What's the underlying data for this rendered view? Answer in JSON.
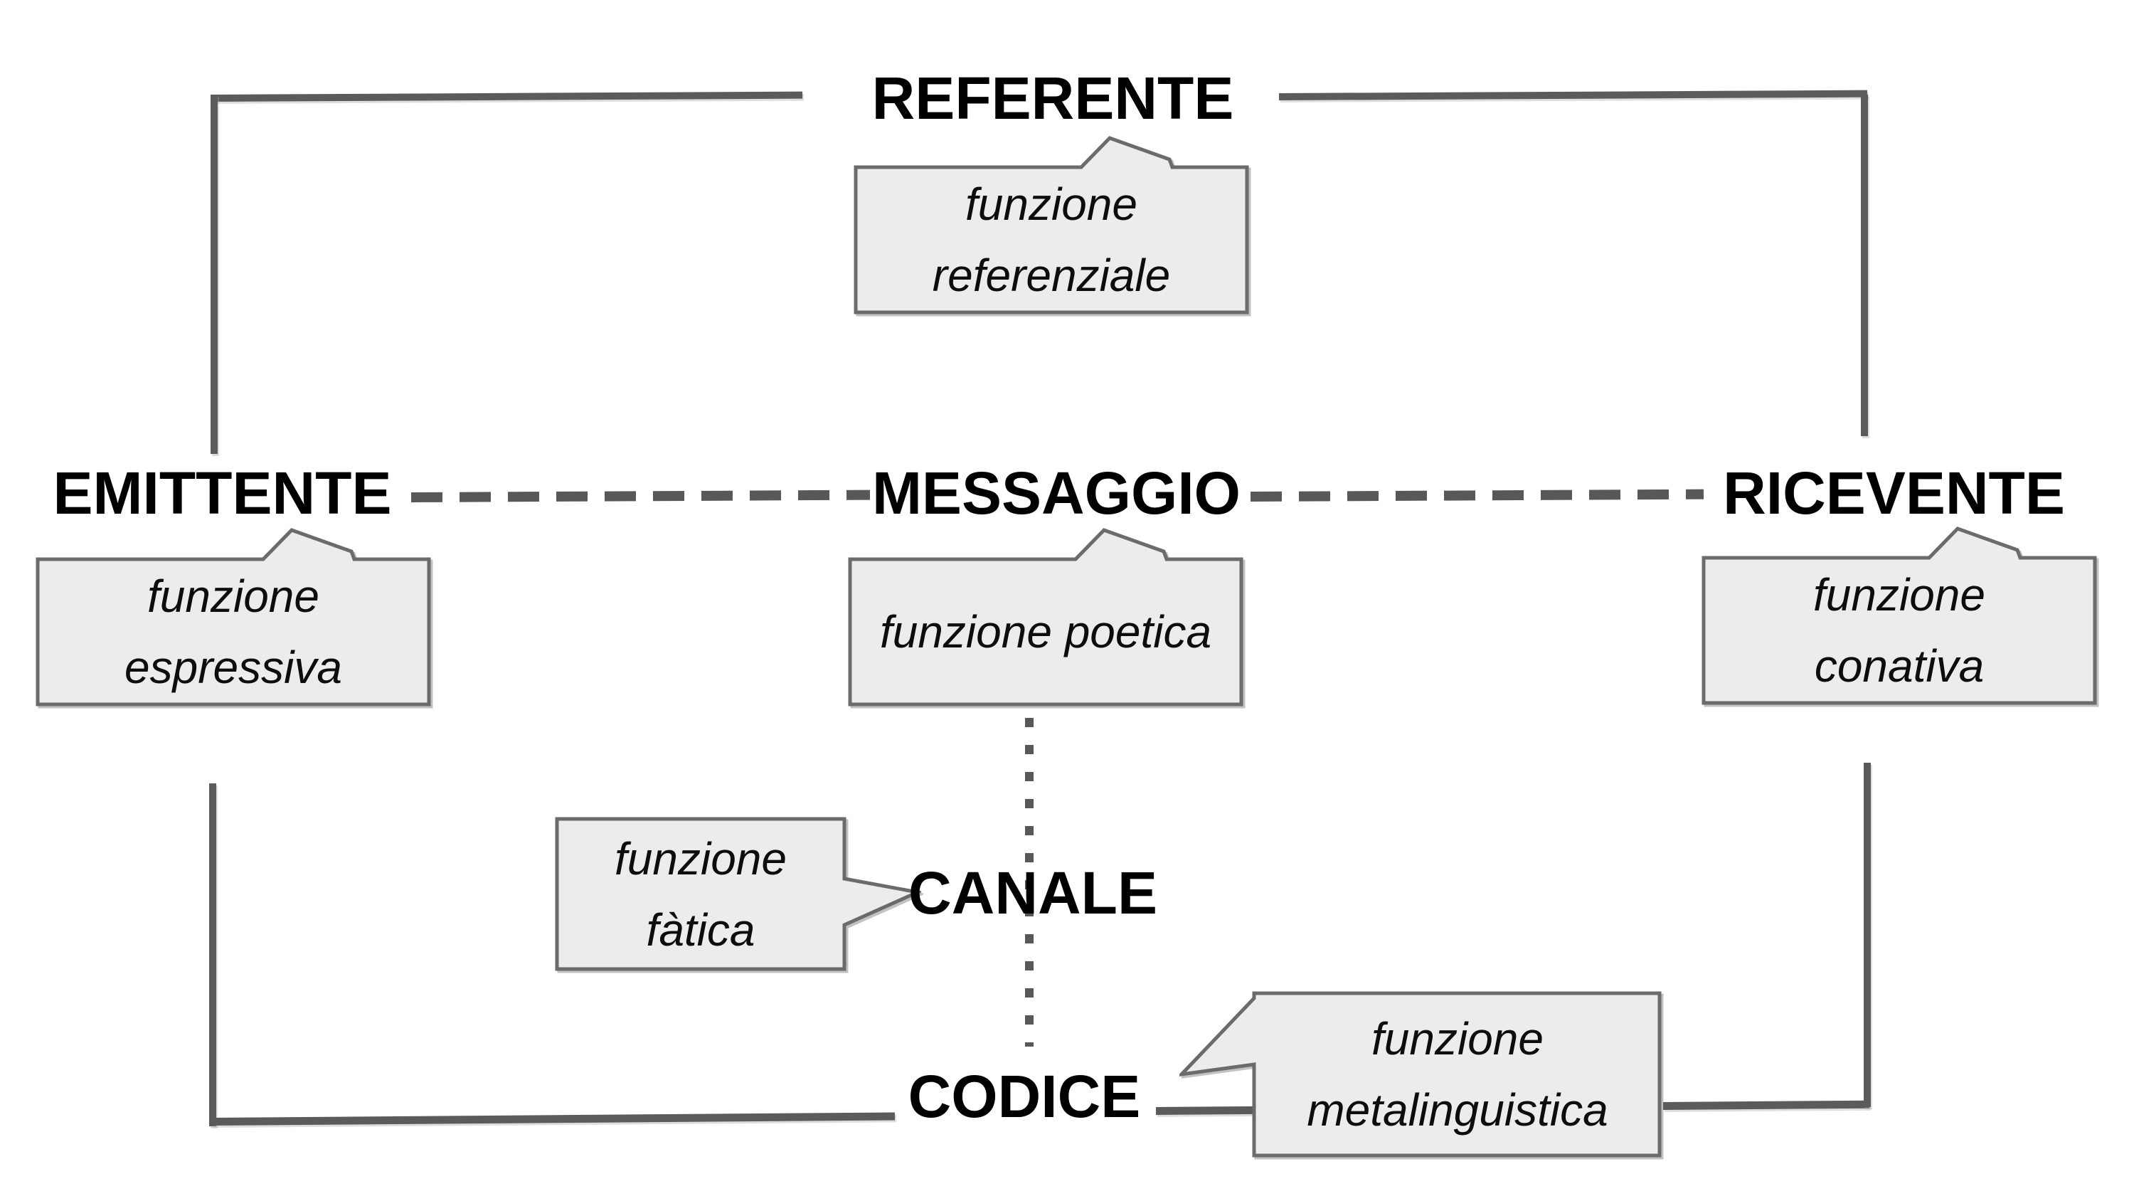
{
  "diagram": {
    "nodes": {
      "referente": {
        "label": "REFERENTE"
      },
      "emittente": {
        "label": "EMITTENTE"
      },
      "messaggio": {
        "label": "MESSAGGIO"
      },
      "ricevente": {
        "label": "RICEVENTE"
      },
      "canale": {
        "label": "CANALE"
      },
      "codice": {
        "label": "CODICE"
      }
    },
    "callouts": {
      "referenziale": {
        "label": "funzione referenziale",
        "attached_to": "REFERENTE"
      },
      "espressiva": {
        "label": "funzione espressiva",
        "attached_to": "EMITTENTE"
      },
      "poetica": {
        "label": "funzione poetica",
        "attached_to": "MESSAGGIO"
      },
      "conativa": {
        "label": "funzione conativa",
        "attached_to": "RICEVENTE"
      },
      "fatica": {
        "label": "funzione fàtica",
        "attached_to": "CANALE"
      },
      "metalinguistica": {
        "label": "funzione metalinguistica",
        "attached_to": "CODICE"
      }
    },
    "connectors": {
      "emittente_referente": "solid corner bracket",
      "referente_ricevente": "solid corner bracket",
      "emittente_messaggio": "dashed",
      "messaggio_ricevente": "dashed",
      "messaggio_canale_codice": "dotted vertical",
      "emittente_codice": "solid corner bracket",
      "codice_ricevente": "solid corner bracket"
    },
    "colors": {
      "background": "#ffffff",
      "callout_fill": "#ececec",
      "callout_border": "#6b6b6b",
      "connector": "#5b5b5b",
      "text": "#000000"
    }
  }
}
